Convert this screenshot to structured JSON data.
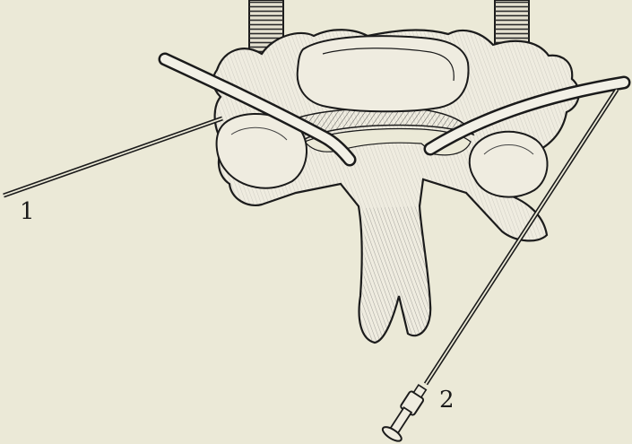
{
  "figure": {
    "callouts": [
      {
        "id": "1",
        "text": "1"
      },
      {
        "id": "2",
        "text": "2"
      }
    ],
    "colors": {
      "background": "#ebe9d7",
      "bone": "#efece0",
      "ink": "#1b1b1b"
    }
  }
}
